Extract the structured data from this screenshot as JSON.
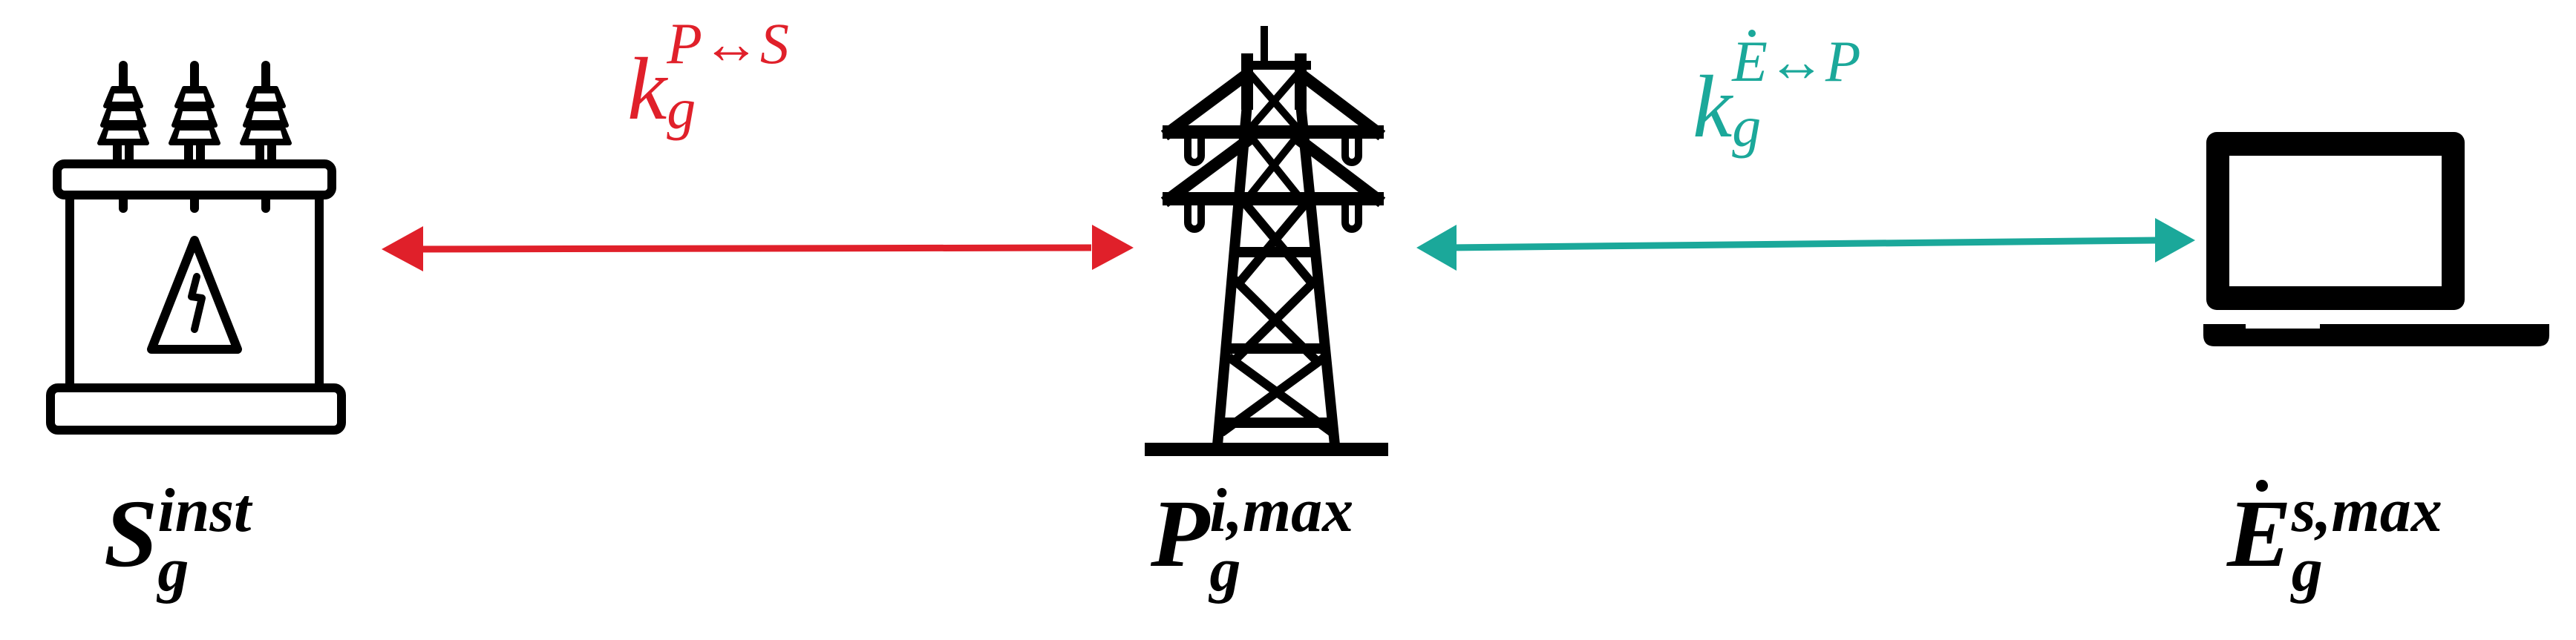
{
  "colors": {
    "p_s_link": "#e0202a",
    "e_p_link": "#1ba89a",
    "icons": "#000000"
  },
  "nodes": [
    {
      "icon": "transformer-icon",
      "label": {
        "base": "S",
        "sub": "g",
        "sup": "inst"
      }
    },
    {
      "icon": "transmission-tower-icon",
      "label": {
        "base": "P",
        "sub": "g",
        "sup": "i,max"
      }
    },
    {
      "icon": "laptop-icon",
      "label": {
        "base": "E",
        "dot": true,
        "sub": "g",
        "sup": "s,max"
      }
    }
  ],
  "links": [
    {
      "label": {
        "base": "k",
        "sub": "g",
        "sup_from": "P",
        "arrow": "↔",
        "sup_to": "S"
      }
    },
    {
      "label": {
        "base": "k",
        "sub": "g",
        "sup_from": "E",
        "sup_from_dot": true,
        "arrow": "↔",
        "sup_to": "P"
      }
    }
  ]
}
